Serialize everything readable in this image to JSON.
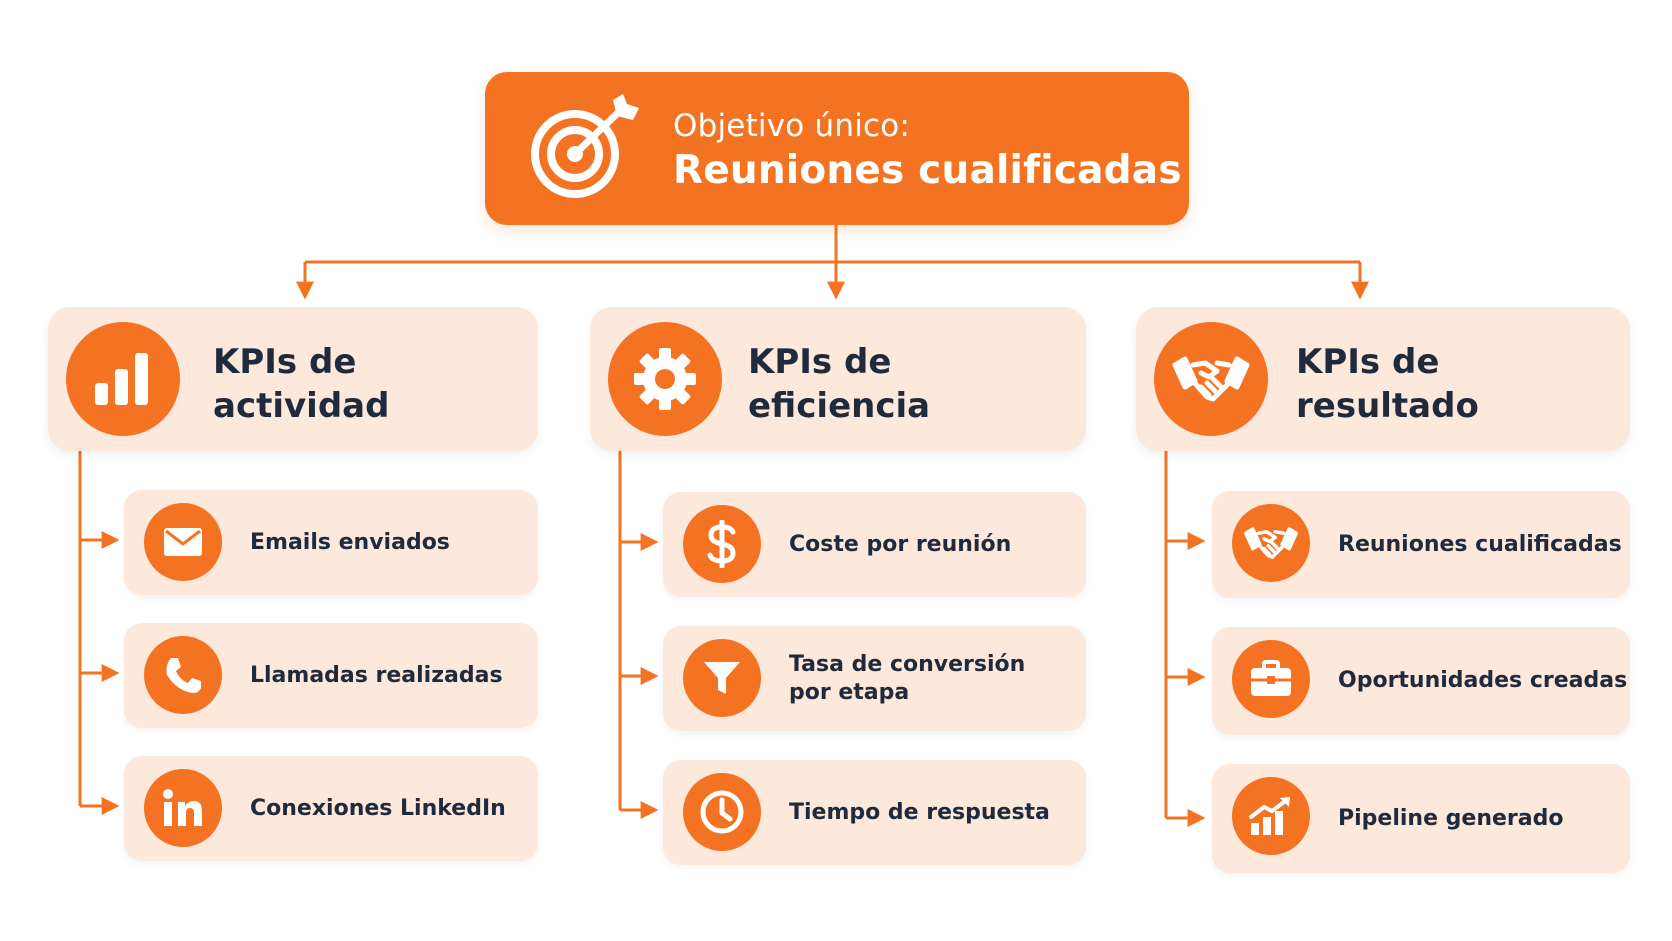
{
  "objective": {
    "subtitle": "Objetivo único:",
    "title": "Reuniones cualificadas",
    "icon": "target-icon"
  },
  "colors": {
    "accent": "#f47322",
    "card": "#fde8dc",
    "text": "#1f2a3d"
  },
  "categories": [
    {
      "title_line1": "KPIs de",
      "title_line2": "actividad",
      "icon": "bar-chart-icon",
      "items": [
        {
          "label": "Emails enviados",
          "icon": "envelope-icon"
        },
        {
          "label": "Llamadas realizadas",
          "icon": "phone-icon"
        },
        {
          "label": "Conexiones LinkedIn",
          "icon": "linkedin-icon"
        }
      ]
    },
    {
      "title_line1": "KPIs de",
      "title_line2": "eficiencia",
      "icon": "gear-icon",
      "items": [
        {
          "label": "Coste por reunión",
          "icon": "dollar-icon"
        },
        {
          "label_line1": "Tasa de conversión",
          "label_line2": "por etapa",
          "icon": "funnel-icon"
        },
        {
          "label": "Tiempo de respuesta",
          "icon": "clock-icon"
        }
      ]
    },
    {
      "title_line1": "KPIs de",
      "title_line2": "resultado",
      "icon": "handshake-icon",
      "items": [
        {
          "label": "Reuniones cualificadas",
          "icon": "handshake-icon"
        },
        {
          "label": "Oportunidades creadas",
          "icon": "briefcase-icon"
        },
        {
          "label": "Pipeline generado",
          "icon": "growth-chart-icon"
        }
      ]
    }
  ]
}
